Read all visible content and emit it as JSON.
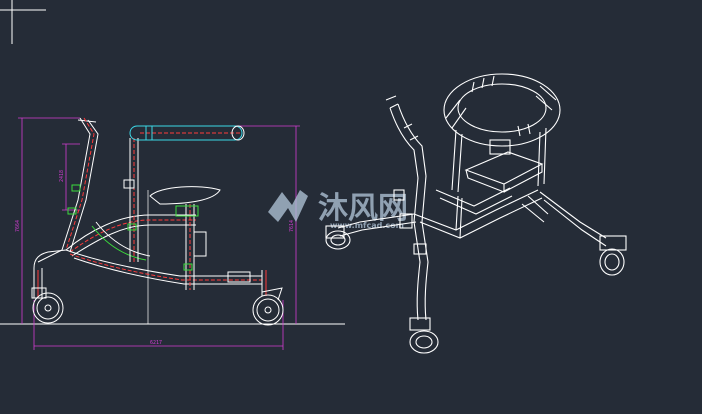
{
  "drawing": {
    "colors": {
      "background": "#252c37",
      "line": "#ffffff",
      "frame_red": "#ff3b3b",
      "dimension_magenta": "#d23cd2",
      "cyan": "#3cd7e6",
      "green": "#3cdc3c",
      "watermark": "#b4c8dc"
    },
    "dimensions": {
      "overall_width": "6217",
      "overall_height": "7664",
      "handle_height": "7614",
      "segment": "2418"
    },
    "watermark": {
      "brand_text": "沐风网",
      "url_text": "www.mfcad.com",
      "logo_icon": "mf-logo-icon"
    }
  }
}
